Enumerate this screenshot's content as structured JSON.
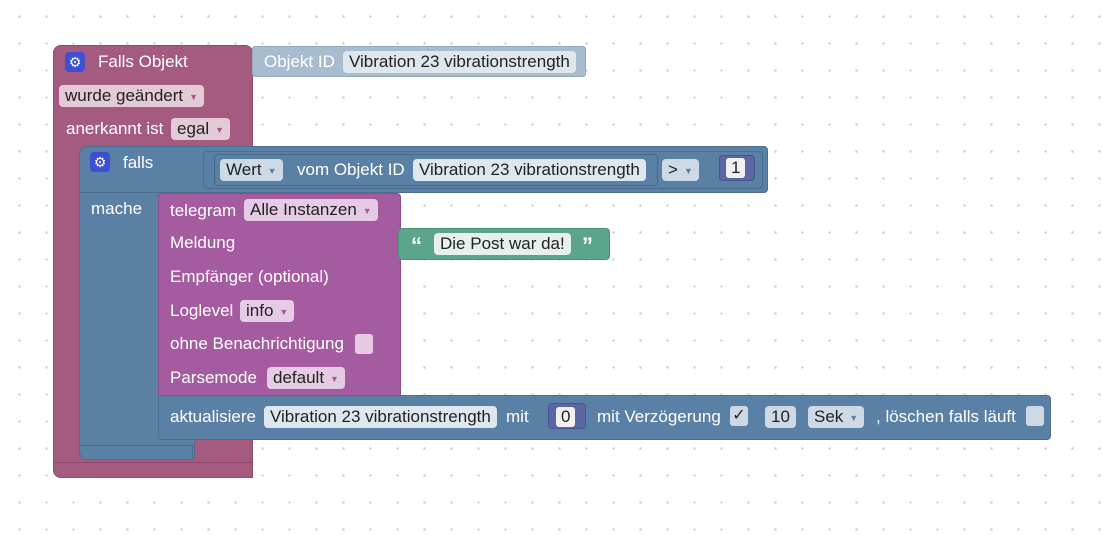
{
  "event": {
    "title": "Falls Objekt",
    "object_id_label": "Objekt ID",
    "object_id_value": "Vibration 23 vibrationstrength",
    "trigger_value": "wurde geändert",
    "ack_label": "anerkannt ist",
    "ack_value": "egal"
  },
  "if_block": {
    "falls_label": "falls",
    "mache_label": "mache",
    "value_type": "Wert",
    "of_object_label": "vom Objekt ID",
    "object_value": "Vibration 23 vibrationstrength",
    "operator": ">",
    "compare_number": "1"
  },
  "telegram": {
    "title": "telegram",
    "instance_value": "Alle Instanzen",
    "message_label": "Meldung",
    "message_text": "Die Post war da!",
    "quote_open": "“",
    "quote_close": "”",
    "recipient_label": "Empfänger (optional)",
    "loglevel_label": "Loglevel",
    "loglevel_value": "info",
    "silent_label": "ohne Benachrichtigung",
    "parsemode_label": "Parsemode",
    "parsemode_value": "default"
  },
  "update": {
    "label": "aktualisiere",
    "object_value": "Vibration 23 vibrationstrength",
    "with_label": "mit",
    "value": "0",
    "delay_label": "mit Verzögerung",
    "delay_check": "✓",
    "delay_value": "10",
    "unit_value": "Sek",
    "clear_label": ", löschen falls läuft"
  },
  "icons": {
    "gear": "⚙",
    "dropdown": "▼"
  },
  "colors": {
    "event": "#a55b80",
    "logic": "#5b80a5",
    "telegram": "#a55ba0",
    "string": "#5ba58c",
    "number": "#5b67a5"
  }
}
